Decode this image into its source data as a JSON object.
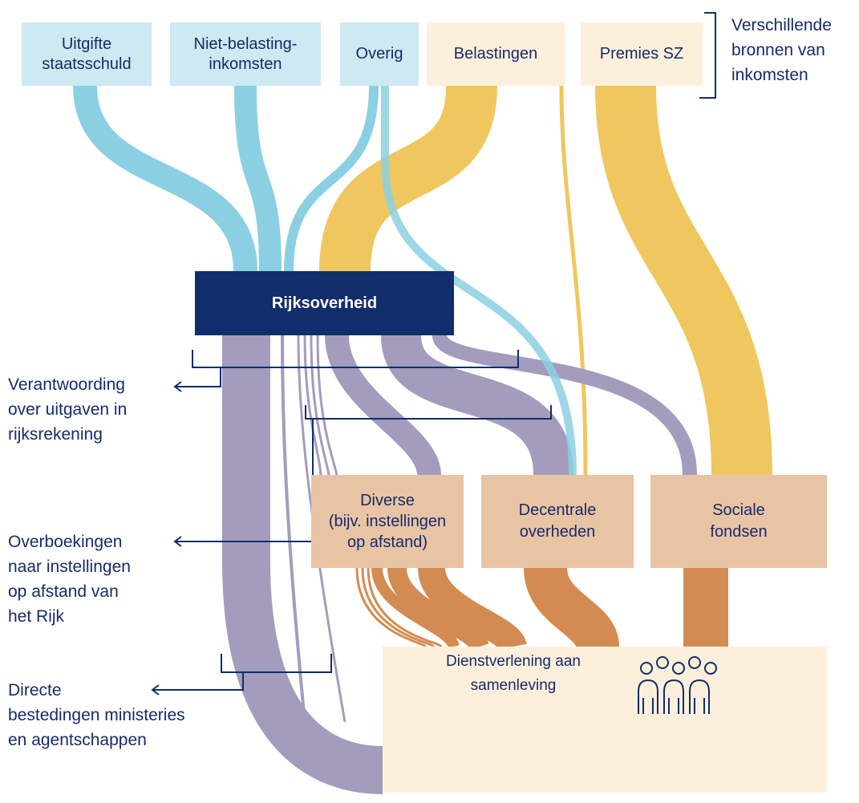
{
  "sources": {
    "uitgifte": "Uitgifte\nstaatsschuld",
    "niet_belasting": "Niet-belasting-\ninkomsten",
    "overig": "Overig",
    "belastingen": "Belastingen",
    "premies": "Premies SZ"
  },
  "sources_annotation": "Verschillende\nbronnen van\ninkomsten",
  "central": "Rijksoverheid",
  "intermediates": {
    "diverse": "Diverse\n(bijv. instellingen\nop afstand)",
    "decentrale": "Decentrale\noverheden",
    "sociale": "Sociale\nfondsen"
  },
  "destination": "Dienstverlening aan\nsamenleving",
  "annotations": {
    "verantwoording": "Verantwoording\nover uitgaven in\nrijksrekening",
    "overboekingen": "Overboekingen\nnaar instellingen\nop afstand van\nhet Rijk",
    "directe": "Directe\nbestedingen ministeries\nen agentschappen"
  },
  "colors": {
    "blue_flow": "#8bd0e2",
    "yellow_flow": "#f0c75e",
    "purple_flow": "#a39cbd",
    "orange_flow": "#d48b51",
    "navy": "#122d6b"
  }
}
